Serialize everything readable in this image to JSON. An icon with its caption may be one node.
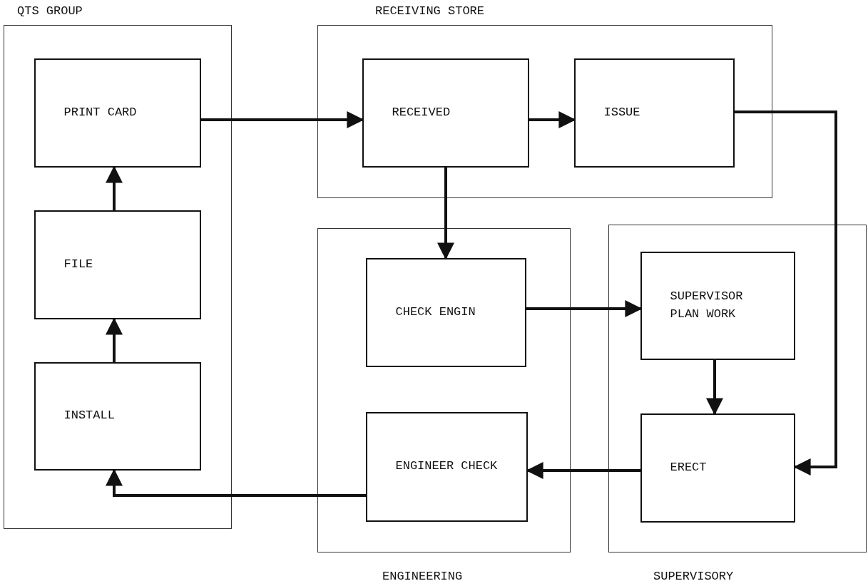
{
  "diagram": {
    "nodes": [
      {
        "text": [
          "QTS GROUP"
        ]
      },
      {
        "text": [
          "PRINT CARD"
        ],
        "in": 0
      },
      {
        "text": [
          "FILE"
        ],
        "in": 0
      },
      {
        "text": [
          "INSTALL"
        ],
        "in": 0
      },
      {
        "text": [
          "RECEIVING STORE"
        ]
      },
      {
        "text": [
          "RECEIVED"
        ],
        "in": 4
      },
      {
        "text": [
          "ISSUE"
        ],
        "in": 4
      },
      {
        "text": [
          "ENGINEERING"
        ]
      },
      {
        "text": [
          "CHECK ENGIN"
        ],
        "in": 7
      },
      {
        "text": [
          "SUPERVISORY"
        ]
      },
      {
        "text": [
          "SUPERVISOR PLAN WORK"
        ],
        "in": 9
      },
      {
        "text": [
          "ENGINEER CHECK"
        ],
        "in": 7
      },
      {
        "text": [
          "ERECT"
        ],
        "in": 9
      }
    ],
    "edges": [
      {
        "from": 1,
        "to": 5,
        "arrow": "to"
      },
      {
        "from": 5,
        "to": 6,
        "arrow": "to"
      },
      {
        "from": 6,
        "to": 12,
        "arrow": "to"
      },
      {
        "from": 5,
        "to": 8,
        "arrow": "to"
      },
      {
        "from": 8,
        "to": 10,
        "arrow": "to"
      },
      {
        "from": 10,
        "to": 12,
        "arrow": "to"
      },
      {
        "from": 12,
        "to": 11,
        "arrow": "to"
      },
      {
        "from": 11,
        "to": 3,
        "arrow": "to"
      },
      {
        "from": 3,
        "to": 2,
        "arrow": "to"
      },
      {
        "from": 2,
        "to": 1,
        "arrow": "to"
      }
    ]
  }
}
